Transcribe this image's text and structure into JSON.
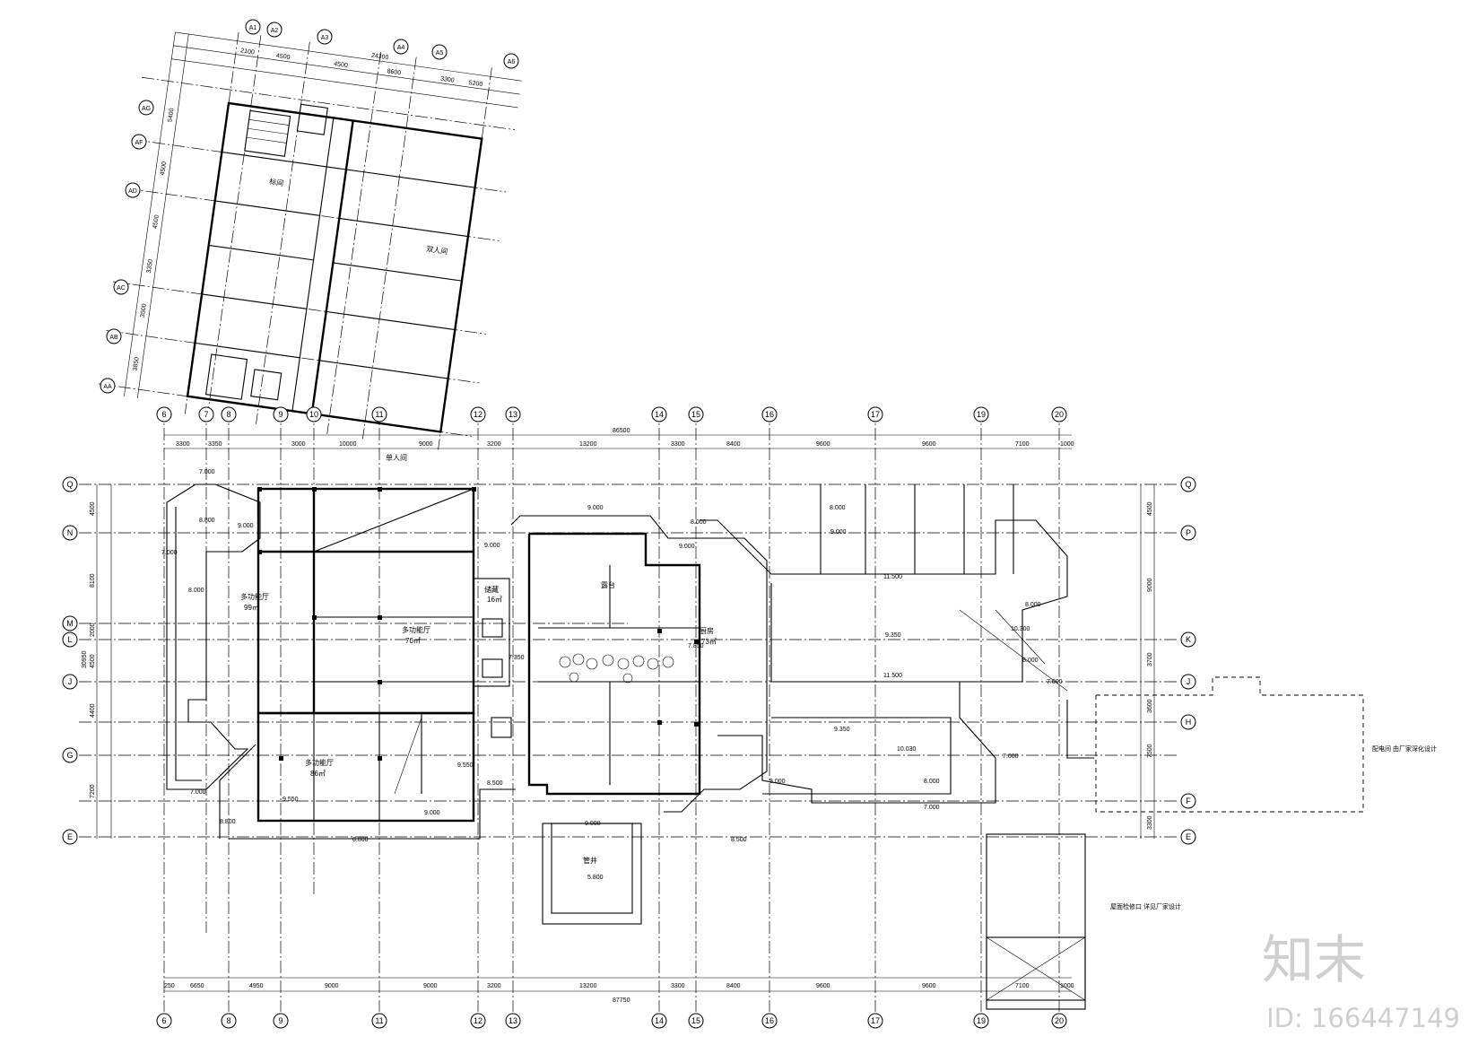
{
  "watermark": {
    "logo": "知末",
    "id_text": "ID: 166447149"
  },
  "grid_lines": {
    "bottom": [
      "6",
      "8",
      "9",
      "11",
      "12",
      "13",
      "14",
      "15",
      "16",
      "17",
      "19",
      "20"
    ],
    "top_main": [
      "6",
      "7",
      "8",
      "9",
      "10",
      "11",
      "12",
      "13",
      "14",
      "15",
      "16",
      "17",
      "19",
      "20"
    ],
    "left": [
      "Q",
      "N",
      "M",
      "L",
      "J",
      "G",
      "E"
    ],
    "right": [
      "Q",
      "P",
      "K",
      "J",
      "H",
      "F",
      "E"
    ],
    "rotated_top": [
      "A1",
      "A2",
      "A3",
      "A4",
      "A5",
      "A6"
    ],
    "rotated_left": [
      "AG",
      "AF",
      "AD",
      "AC",
      "AB",
      "AA"
    ]
  },
  "dimensions": {
    "top_total": "86500",
    "top_segments": [
      "3300",
      "3350",
      "3000",
      "10000",
      "9000",
      "3200",
      "13200",
      "3300",
      "8400",
      "9600",
      "9600",
      "7100",
      "1000"
    ],
    "bottom_total": "87750",
    "bottom_segments": [
      "250",
      "6650",
      "4950",
      "9000",
      "9000",
      "3200",
      "13200",
      "3300",
      "8400",
      "9600",
      "9600",
      "7100",
      "1000"
    ],
    "left_segments": [
      "4500",
      "8100",
      "2000",
      "4500",
      "4400",
      "7200"
    ],
    "left_total": "30950",
    "right_segments": [
      "4500",
      "9000",
      "3700",
      "3600",
      "7500",
      "3300"
    ],
    "rot_top_total": "24300",
    "rot_top_segments": [
      "2100",
      "4500",
      "4500",
      "8600",
      "3300",
      "5200"
    ],
    "rot_left_segments": [
      "5400",
      "4500",
      "4500",
      "3350",
      "3500",
      "3850"
    ]
  },
  "elevations": [
    "7.000",
    "8.000",
    "9.000",
    "8.800",
    "9.350",
    "11.500",
    "10.300",
    "10.030",
    "7.350",
    "7.850",
    "9.550",
    "8.500",
    "5.800"
  ],
  "rooms": [
    {
      "label": "多功能厅",
      "area": "99㎡"
    },
    {
      "label": "多功能厅",
      "area": "70㎡"
    },
    {
      "label": "多功能厅",
      "area": "86㎡"
    },
    {
      "label": "单人间"
    },
    {
      "label": "标间"
    },
    {
      "label": "双人间"
    },
    {
      "label": "储藏",
      "area": "16㎡"
    },
    {
      "label": "厨房",
      "area": "73㎡"
    },
    {
      "label": "管井"
    },
    {
      "label": "露台"
    }
  ],
  "notes": {
    "right_note": "配电间 由厂家深化设计",
    "bottom_note": "屋面检修口 详见厂家设计"
  }
}
